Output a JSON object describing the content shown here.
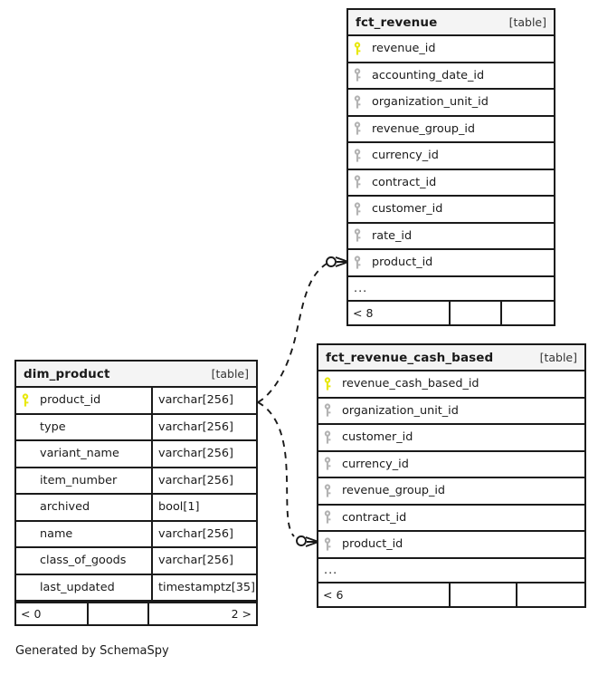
{
  "diagram": {
    "caption": "Generated by SchemaSpy",
    "kind_label": "[table]",
    "more_label": "...",
    "colors": {
      "primary_key": "#e8e80d",
      "foreign_key": "#b3b3b3",
      "border": "#1a1a1a",
      "header_bg": "#f4f4f4",
      "background": "#ffffff"
    }
  },
  "tables": {
    "fct_revenue": {
      "name": "fct_revenue",
      "kind": "[table]",
      "columns": [
        {
          "name": "revenue_id",
          "key": "primary",
          "type": ""
        },
        {
          "name": "accounting_date_id",
          "key": "foreign",
          "type": ""
        },
        {
          "name": "organization_unit_id",
          "key": "foreign",
          "type": ""
        },
        {
          "name": "revenue_group_id",
          "key": "foreign",
          "type": ""
        },
        {
          "name": "currency_id",
          "key": "foreign",
          "type": ""
        },
        {
          "name": "contract_id",
          "key": "foreign",
          "type": ""
        },
        {
          "name": "customer_id",
          "key": "foreign",
          "type": ""
        },
        {
          "name": "rate_id",
          "key": "foreign",
          "type": ""
        },
        {
          "name": "product_id",
          "key": "foreign",
          "type": ""
        }
      ],
      "more": "...",
      "footer": [
        "< 8",
        "",
        ""
      ]
    },
    "dim_product": {
      "name": "dim_product",
      "kind": "[table]",
      "columns": [
        {
          "name": "product_id",
          "key": "primary",
          "type": "varchar[256]"
        },
        {
          "name": "type",
          "key": "none",
          "type": "varchar[256]"
        },
        {
          "name": "variant_name",
          "key": "none",
          "type": "varchar[256]"
        },
        {
          "name": "item_number",
          "key": "none",
          "type": "varchar[256]"
        },
        {
          "name": "archived",
          "key": "none",
          "type": "bool[1]"
        },
        {
          "name": "name",
          "key": "none",
          "type": "varchar[256]"
        },
        {
          "name": "class_of_goods",
          "key": "none",
          "type": "varchar[256]"
        },
        {
          "name": "last_updated",
          "key": "none",
          "type": "timestamptz[35]"
        }
      ],
      "more": null,
      "footer": [
        "< 0",
        "",
        "2 >"
      ]
    },
    "fct_revenue_cash_based": {
      "name": "fct_revenue_cash_based",
      "kind": "[table]",
      "columns": [
        {
          "name": "revenue_cash_based_id",
          "key": "primary",
          "type": ""
        },
        {
          "name": "organization_unit_id",
          "key": "foreign",
          "type": ""
        },
        {
          "name": "customer_id",
          "key": "foreign",
          "type": ""
        },
        {
          "name": "currency_id",
          "key": "foreign",
          "type": ""
        },
        {
          "name": "revenue_group_id",
          "key": "foreign",
          "type": ""
        },
        {
          "name": "contract_id",
          "key": "foreign",
          "type": ""
        },
        {
          "name": "product_id",
          "key": "foreign",
          "type": ""
        }
      ],
      "more": "...",
      "footer": [
        "< 6",
        "",
        ""
      ]
    }
  },
  "relationships": [
    {
      "name": "dim_product-to-fct_revenue",
      "from_table": "dim_product",
      "from_column": "product_id",
      "to_table": "fct_revenue",
      "to_column": "product_id",
      "style": "dashed",
      "end_marker": "zero-or-many"
    },
    {
      "name": "dim_product-to-fct_revenue_cash_based",
      "from_table": "dim_product",
      "from_column": "product_id",
      "to_table": "fct_revenue_cash_based",
      "to_column": "product_id",
      "style": "dashed",
      "end_marker": "zero-or-many"
    }
  ]
}
